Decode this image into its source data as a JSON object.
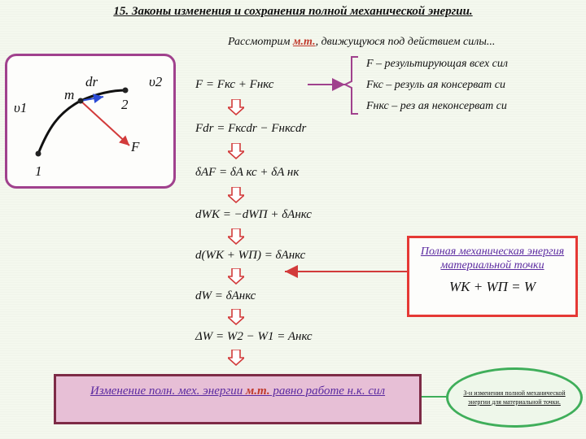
{
  "slide": {
    "title": "15. Законы изменения и сохранения полной механической энергии.",
    "subtitle_pre": "Рассмотрим ",
    "subtitle_mt": "м.т.",
    "subtitle_post": ", движущуюся под действием силы..."
  },
  "figure": {
    "v1": "υ1",
    "v2": "υ2",
    "m": "m",
    "dr": "dr",
    "p1": "1",
    "p2": "2",
    "F": "F"
  },
  "equations": {
    "e1": "F = Fкс + Fнкс",
    "e2": "Fdr = Fксdr − Fнксdr",
    "e3": "δAF = δA кс + δA нк",
    "e4": "dWK = −dWП + δAнкс",
    "e5": "d(WK + WП) = δAнкс",
    "e6": "dW = δAнкс",
    "e7": "ΔW = W2 − W1 = Aнкс"
  },
  "definitions": [
    "F  –  результирующая всех сил",
    "Fкс  –  резуль     ая консерват  си",
    "Fнкс  –  рез    ая неконсерват  си"
  ],
  "total_energy_box": {
    "heading": "Полная механическая энергия материальной точки",
    "formula": "WK + WП = W"
  },
  "conclusion": {
    "pre": "Изменение полн. мех. энергии ",
    "mt": "м.т.",
    "post": " равно работе н.к. сил"
  },
  "note": "З-н изменения полной механической энергии для материальной точки."
}
